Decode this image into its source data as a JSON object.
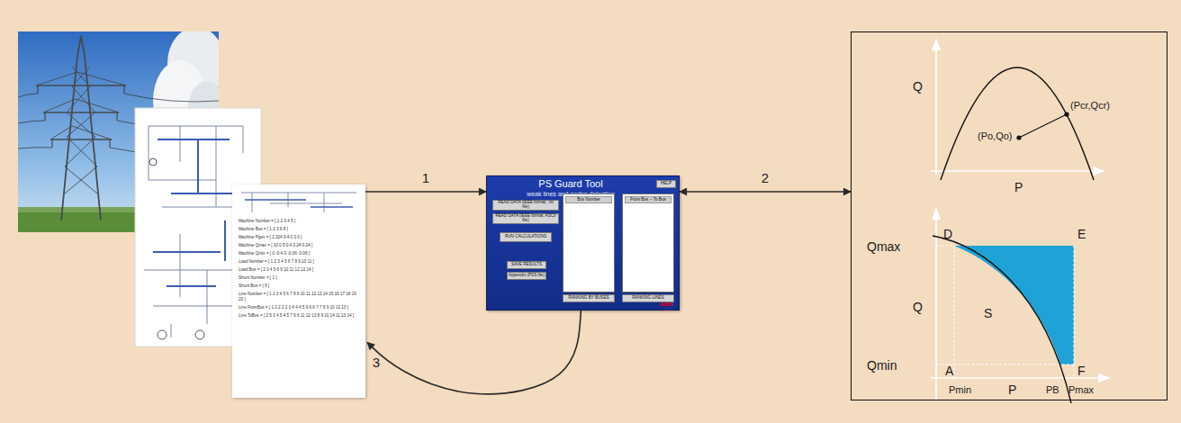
{
  "diagram": {
    "nodes": [
      {
        "text": [
          "Machine Number = [ 1 2 3 4 5 ]",
          "Machine Bus = [ 1 2 3 6 8 ]",
          "Machine Pgen = [ 2.324 0.4 0 0 0 ]",
          "Machine Qmax = [ 10 0.5 0.4 0.24 0.24 ]",
          "Machine Qmin = [ 0 -0.4 0 -0.06 -0.06 ]",
          "Load Number = [ 1 2 3 4 5 6 7 8 9 10 11 ]",
          "Load Bus = [ 2 3 4 5 6 9 10 11 12 13 14 ]",
          "Shunt Number = [ 1 ]",
          "Shunt Bus = [ 9 ]",
          "Line Number = [ 1 2 3 4 5 6 7 8 9 10 11 12 13 14 15 16 17 18 19 20 ]",
          "Line FromBus = [ 1 1 2 2 2 3 4 4 4 5 6 6 6 7 7 9 9 10 12 13 ]",
          "Line ToBus = [ 2 5 3 4 5 4 5 7 9 6 11 12 13 8 9 10 14 11 13 14 ]"
        ]
      },
      {
        "text": [
          "PS Guard Tool",
          "weak lines and nodes detection",
          "ABB"
        ]
      },
      {
        "text": [
          "HELP"
        ],
        "in": 1
      },
      {
        "text": [
          "READ DATA (IEEE format, .txt file)"
        ],
        "in": 1
      },
      {
        "text": [
          "READ DATA (IEEE format, ASCII file)"
        ],
        "in": 1
      },
      {
        "text": [
          "RUN CALCULATIONS"
        ],
        "in": 1
      },
      {
        "text": [
          "SAVE RESULTS"
        ],
        "in": 1
      },
      {
        "text": [
          "Appendix (PSS file)"
        ],
        "in": 1
      },
      {
        "text": [
          "Bus Number"
        ],
        "in": 1
      },
      {
        "text": [
          "From Bus -- To Bus"
        ],
        "in": 1
      },
      {
        "text": [
          "RANKING BY BUSES"
        ],
        "in": 1
      },
      {
        "text": [
          "RANKING LINES"
        ],
        "in": 1
      },
      {
        "text": [
          "Q",
          "P",
          "(Po,Qo)",
          "(Pcr,Qcr)",
          "Qmax",
          "Q",
          "Qmin",
          "D",
          "E",
          "S",
          "A",
          "F",
          "Pmin",
          "P",
          "PB",
          "Pmax"
        ]
      }
    ],
    "edges": [
      {
        "from": 0,
        "to": 1,
        "label": "1",
        "arrow": "to"
      },
      {
        "from": 1,
        "to": 12,
        "label": "2",
        "arrow": "both"
      },
      {
        "from": 1,
        "to": 0,
        "label": "3",
        "arrow": "to"
      }
    ]
  }
}
